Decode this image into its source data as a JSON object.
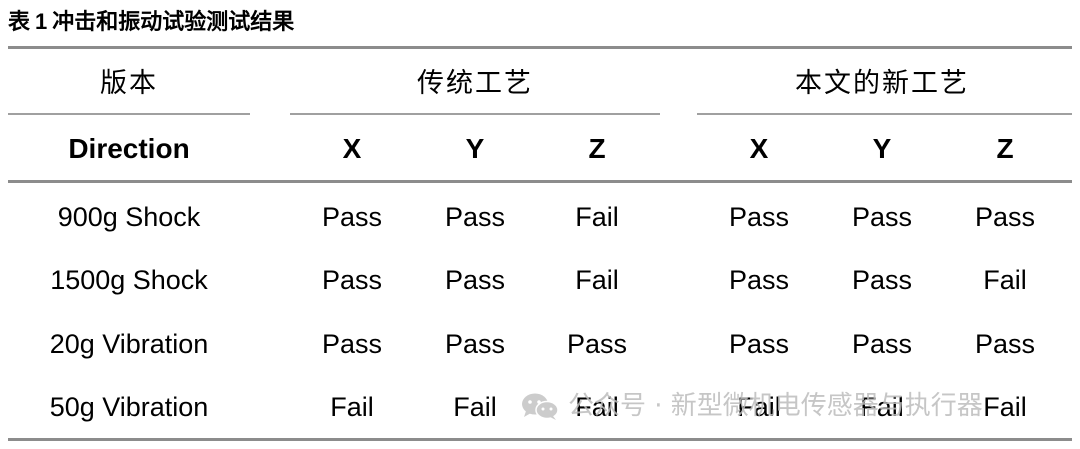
{
  "caption": {
    "prefix": "表",
    "number": "1",
    "title": "冲击和振动试验测试结果"
  },
  "table": {
    "version_label": "版本",
    "groups": [
      "传统工艺",
      "本文的新工艺"
    ],
    "direction_label": "Direction",
    "axes": [
      "X",
      "Y",
      "Z",
      "X",
      "Y",
      "Z"
    ],
    "rows": [
      {
        "test": "900g Shock",
        "results": [
          "Pass",
          "Pass",
          "Fail",
          "Pass",
          "Pass",
          "Pass"
        ]
      },
      {
        "test": "1500g Shock",
        "results": [
          "Pass",
          "Pass",
          "Fail",
          "Pass",
          "Pass",
          "Fail"
        ]
      },
      {
        "test": "20g Vibration",
        "results": [
          "Pass",
          "Pass",
          "Pass",
          "Pass",
          "Pass",
          "Pass"
        ]
      },
      {
        "test": "50g Vibration",
        "results": [
          "Fail",
          "Fail",
          "Fail",
          "Fail",
          "Fail",
          "Fail"
        ]
      }
    ]
  },
  "watermark": {
    "icon": "wechat-icon",
    "text": "公众号 · 新型微机电传感器与执行器"
  }
}
